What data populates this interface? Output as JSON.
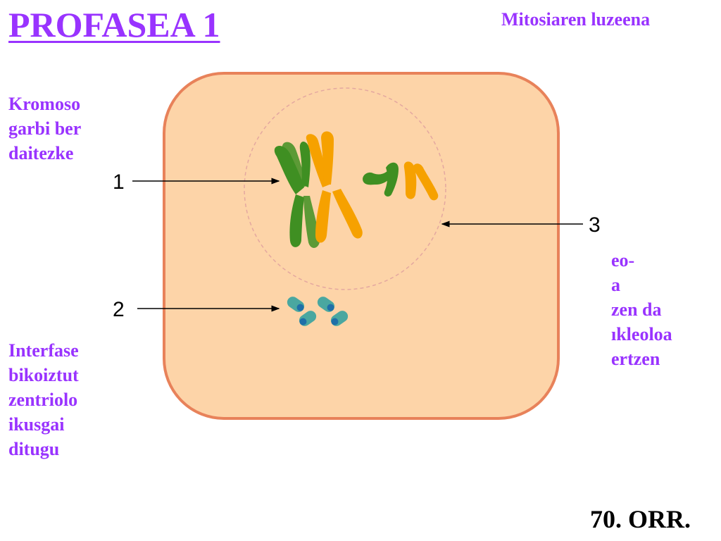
{
  "title": "PROFASEA 1",
  "subtitle": "Mitosiaren luzeena",
  "left_top_text": [
    "Kromoso",
    "garbi ber",
    "daitezke"
  ],
  "left_bottom_text": [
    "Interfase",
    "bikoiztut",
    "zentriolo",
    "ikusgai",
    "ditugu"
  ],
  "right_text": [
    "eo-",
    "a",
    "zen da",
    "ıkleoloa",
    "ertzen"
  ],
  "labels": {
    "one": "1",
    "two": "2",
    "three": "3"
  },
  "page_ref": "70. ORR.",
  "colors": {
    "heading": "#9933ff",
    "cell_fill": "#fdd4a8",
    "cell_border": "#e8825a",
    "chromosome_green": "#3f8f22",
    "chromosome_orange": "#f6a100",
    "centriole": "#4aa7a0"
  }
}
